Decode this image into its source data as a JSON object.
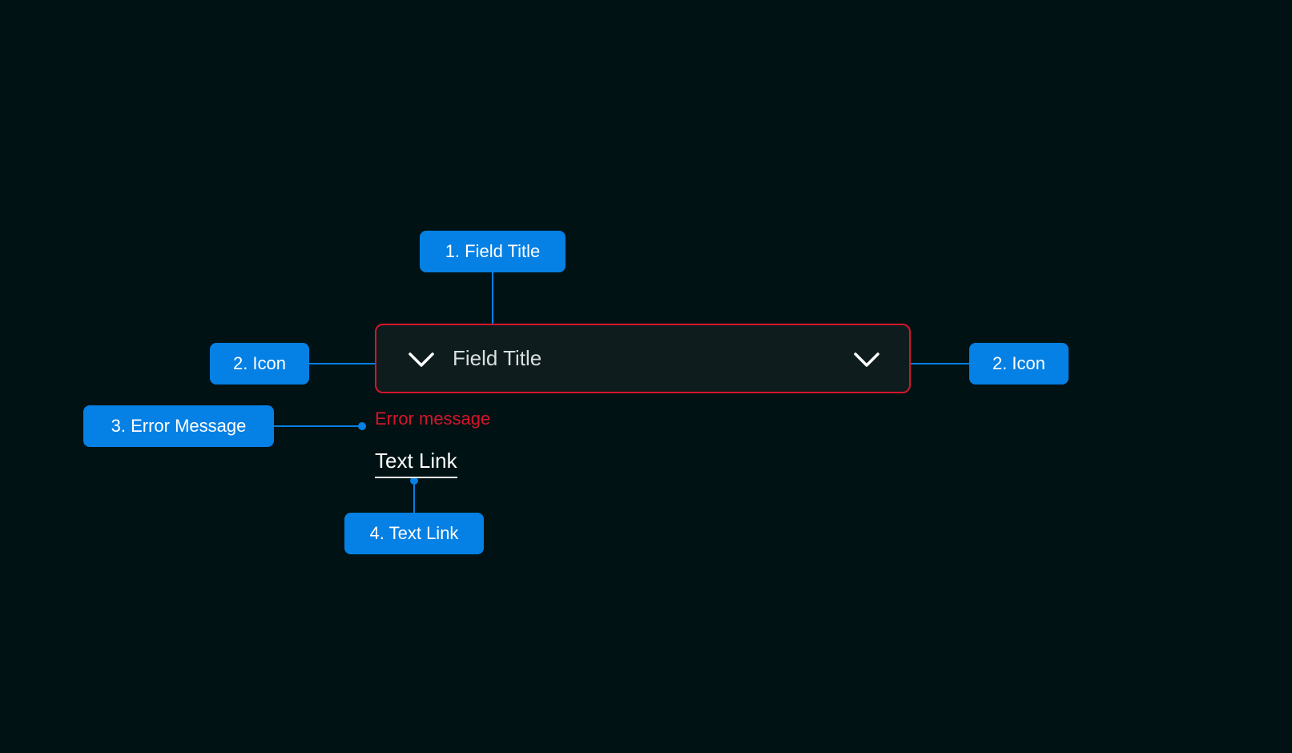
{
  "callouts": {
    "field_title": "1. Field Title",
    "icon_left": "2. Icon",
    "icon_right": "2. Icon",
    "error_message": "3. Error Message",
    "text_link": "4. Text Link"
  },
  "field": {
    "title": "Field Title",
    "leading_icon": "chevron-down-icon",
    "trailing_icon": "chevron-down-icon"
  },
  "error": {
    "message": "Error message"
  },
  "link": {
    "label": "Text Link"
  },
  "colors": {
    "background": "#011214",
    "callout": "#0580e4",
    "error": "#d4162b",
    "field_bg": "#0e1c1d"
  }
}
